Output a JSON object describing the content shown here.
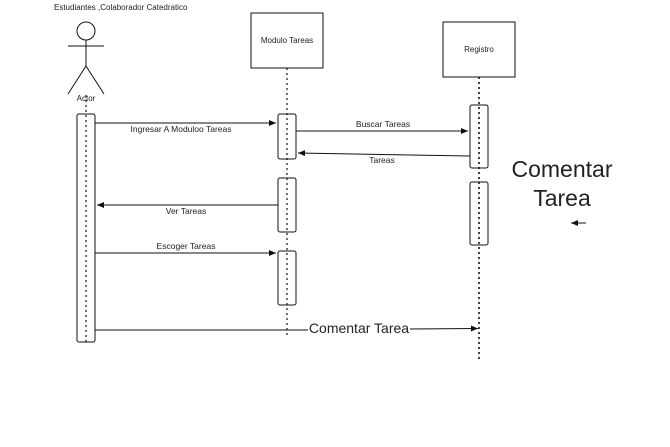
{
  "actor": {
    "header": "Estudiantes ,Colaborador Catedratico",
    "name": "Actor"
  },
  "lifelines": {
    "modulo": "Modulo Tareas",
    "registro": "Registro"
  },
  "messages": {
    "m1": "Ingresar A  Moduloo Tareas",
    "m2": "Buscar Tareas",
    "m3": "Tareas",
    "m4": "Ver Tareas",
    "m5": "Escoger Tareas",
    "m6": "Comentar Tarea"
  },
  "note": {
    "line1": "Comentar",
    "line2": "Tarea"
  }
}
